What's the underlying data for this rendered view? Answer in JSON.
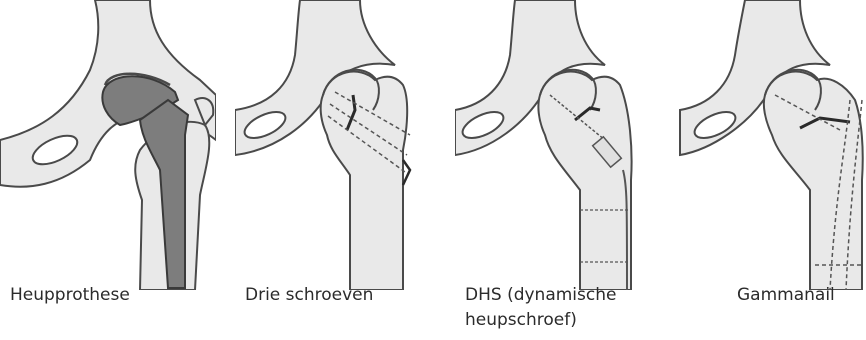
{
  "colors": {
    "bone_fill": "#e9e9e9",
    "bone_stroke": "#4a4a4a",
    "implant_fill": "#7d7d7d",
    "background": "#ffffff"
  },
  "panels": [
    {
      "caption": "Heupprothese"
    },
    {
      "caption": "Drie schroeven"
    },
    {
      "caption": "DHS (dynamische\nheupschroef)"
    },
    {
      "caption": "Gammanail"
    }
  ]
}
